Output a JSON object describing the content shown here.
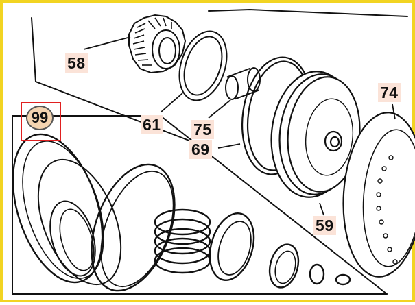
{
  "callouts": {
    "c58": "58",
    "c61": "61",
    "c75": "75",
    "c69": "69",
    "c59": "59",
    "c74": "74",
    "c99": "99"
  },
  "colors": {
    "frame_border": "#f2d422",
    "highlight_box": "#e02020",
    "callout_bg": "#fbe3d8",
    "callout_99_bg": "#f4d4b0"
  },
  "icons": [
    "gear-part",
    "seal-ring",
    "piston",
    "shaft-spacer",
    "o-ring"
  ]
}
